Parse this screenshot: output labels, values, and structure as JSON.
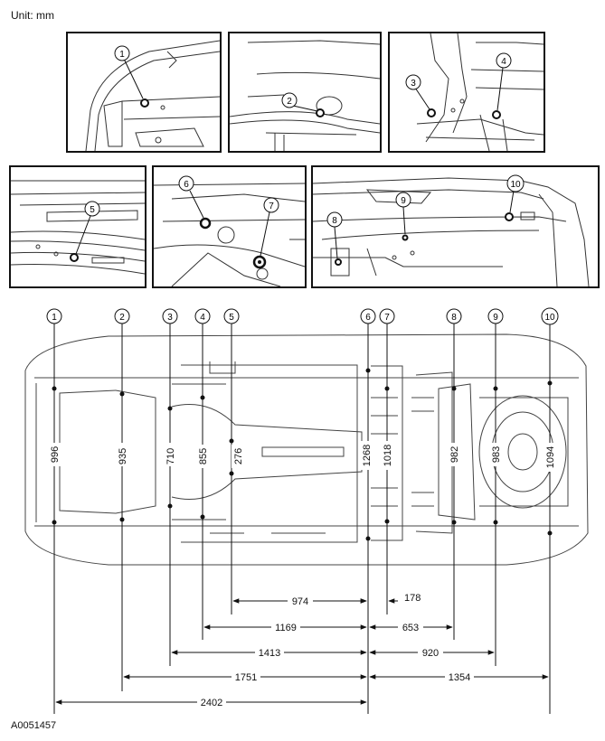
{
  "unit_label": "Unit: mm",
  "figure_code": "A0051457",
  "detail_callouts": [
    "1",
    "2",
    "3",
    "4",
    "5",
    "6",
    "7",
    "8",
    "9",
    "10"
  ],
  "point_labels": [
    "1",
    "2",
    "3",
    "4",
    "5",
    "6",
    "7",
    "8",
    "9",
    "10"
  ],
  "widths": [
    "996",
    "935",
    "710",
    "855",
    "276",
    "1268",
    "1018",
    "982",
    "983",
    "1094"
  ],
  "lengths_from_6": [
    "974",
    "1169",
    "1413",
    "1751",
    "2402"
  ],
  "lengths_right": [
    "178",
    "653",
    "920",
    "1354"
  ]
}
